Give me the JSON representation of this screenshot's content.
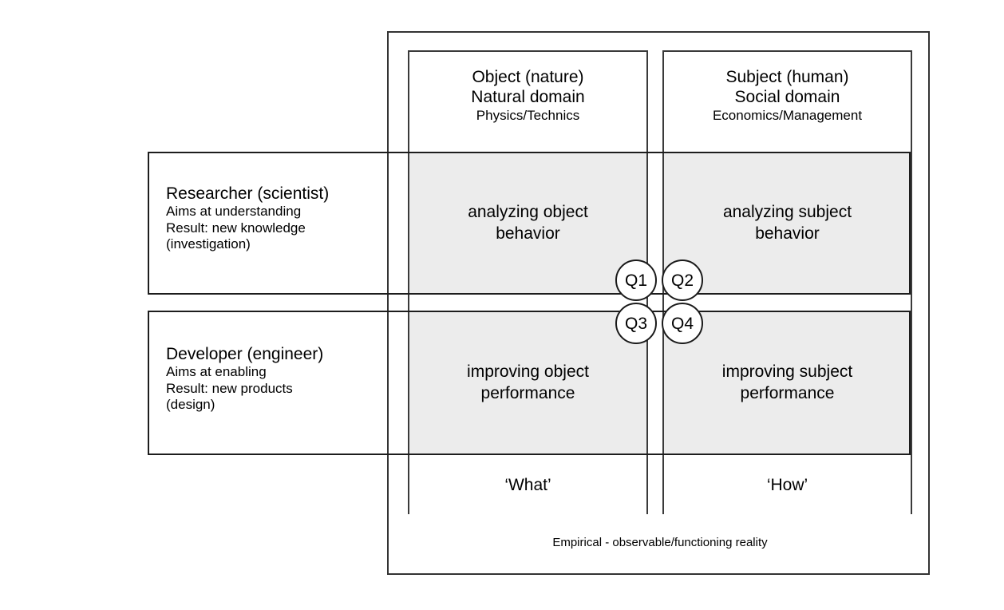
{
  "diagram": {
    "title_present": false,
    "colors": {
      "quadrant_fill": "#ececec",
      "frame_stroke": "#1d1d1d",
      "outer_stroke": "#333333",
      "background": "#ffffff"
    },
    "columns": [
      {
        "id": "object",
        "line1": "Object (nature)",
        "line2": "Natural domain",
        "line3": "Physics/Technics",
        "bottom_label": "‘What’"
      },
      {
        "id": "subject",
        "line1": "Subject (human)",
        "line2": "Social domain",
        "line3": "Economics/Management",
        "bottom_label": "‘How’"
      }
    ],
    "rows": [
      {
        "id": "researcher",
        "title": "Researcher (scientist)",
        "line2": "Aims at understanding",
        "line3": "Result: new knowledge",
        "line4": "(investigation)"
      },
      {
        "id": "developer",
        "title": "Developer (engineer)",
        "line2": "Aims at enabling",
        "line3": "Result: new products",
        "line4": "(design)"
      }
    ],
    "quadrants": [
      {
        "id": "q1",
        "marker": "Q1",
        "line1": "analyzing object",
        "line2": "behavior",
        "row": "researcher",
        "column": "object"
      },
      {
        "id": "q2",
        "marker": "Q2",
        "line1": "analyzing subject",
        "line2": "behavior",
        "row": "researcher",
        "column": "subject"
      },
      {
        "id": "q3",
        "marker": "Q3",
        "line1": "improving object",
        "line2": "performance",
        "row": "developer",
        "column": "object"
      },
      {
        "id": "q4",
        "marker": "Q4",
        "line1": "improving subject",
        "line2": "performance",
        "row": "developer",
        "column": "subject"
      }
    ],
    "footer_note": "Empirical - observable/functioning reality"
  }
}
